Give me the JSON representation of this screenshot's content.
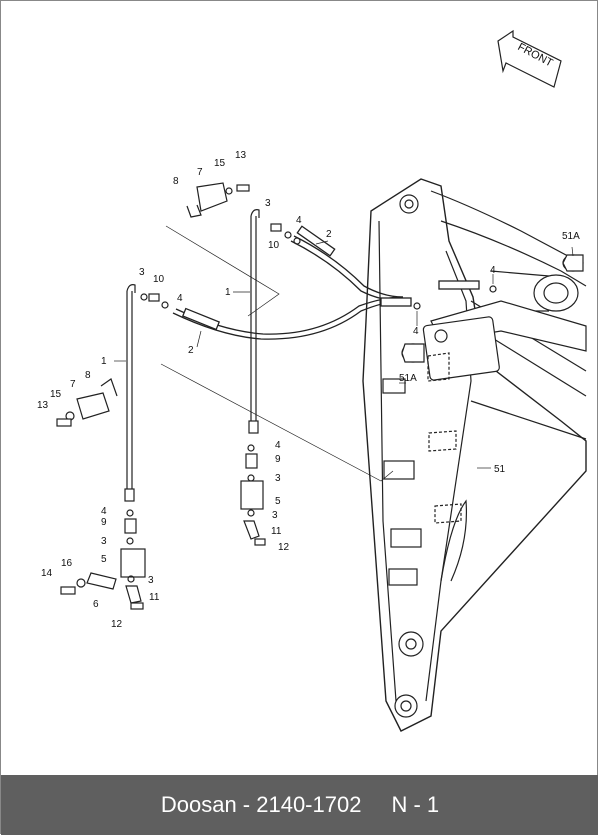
{
  "footer": {
    "part_label": "Doosan - 2140-1702",
    "page_label": "N - 1"
  },
  "front_arrow": {
    "label": "FRONT"
  },
  "callouts": [
    {
      "id": "c13a",
      "text": "13"
    },
    {
      "id": "c8a",
      "text": "8"
    },
    {
      "id": "c7a",
      "text": "7"
    },
    {
      "id": "c15a",
      "text": "15"
    },
    {
      "id": "c3a",
      "text": "3"
    },
    {
      "id": "c4a",
      "text": "4"
    },
    {
      "id": "c10a",
      "text": "10"
    },
    {
      "id": "c2a",
      "text": "2"
    },
    {
      "id": "c1a",
      "text": "1"
    },
    {
      "id": "c3b",
      "text": "3"
    },
    {
      "id": "c10b",
      "text": "10"
    },
    {
      "id": "c4b",
      "text": "4"
    },
    {
      "id": "c2b",
      "text": "2"
    },
    {
      "id": "c1b",
      "text": "1"
    },
    {
      "id": "c8b",
      "text": "8"
    },
    {
      "id": "c7b",
      "text": "7"
    },
    {
      "id": "c15b",
      "text": "15"
    },
    {
      "id": "c13b",
      "text": "13"
    },
    {
      "id": "c4c",
      "text": "4"
    },
    {
      "id": "c9a",
      "text": "9"
    },
    {
      "id": "c3c",
      "text": "3"
    },
    {
      "id": "c5a",
      "text": "5"
    },
    {
      "id": "c3d",
      "text": "3"
    },
    {
      "id": "c11a",
      "text": "11"
    },
    {
      "id": "c12a",
      "text": "12"
    },
    {
      "id": "c4d",
      "text": "4"
    },
    {
      "id": "c9b",
      "text": "9"
    },
    {
      "id": "c3e",
      "text": "3"
    },
    {
      "id": "c5b",
      "text": "5"
    },
    {
      "id": "c3f",
      "text": "3"
    },
    {
      "id": "c16",
      "text": "16"
    },
    {
      "id": "c14",
      "text": "14"
    },
    {
      "id": "c6",
      "text": "6"
    },
    {
      "id": "c11b",
      "text": "11"
    },
    {
      "id": "c12b",
      "text": "12"
    },
    {
      "id": "c51a_top",
      "text": "51A"
    },
    {
      "id": "c4e",
      "text": "4"
    },
    {
      "id": "c4f",
      "text": "4"
    },
    {
      "id": "c51a_mid",
      "text": "51A"
    },
    {
      "id": "c51",
      "text": "51"
    }
  ]
}
